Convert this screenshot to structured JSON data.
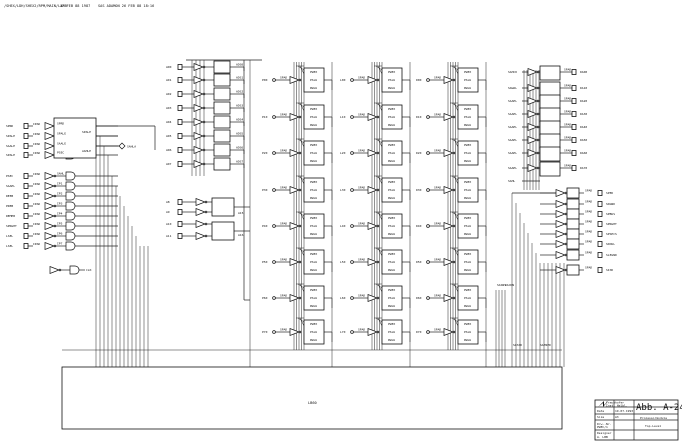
{
  "header": {
    "path": "/SHEX/LDH/SHEX2/RPM/MAIN/LAMB",
    "stamp1": "17 FEB 88 1987",
    "stamp2": "SAS ADAMON 26 FEB 88 18:16"
  },
  "left_inputs": [
    "SPRD",
    "SPALE",
    "SAALE",
    "SPALE",
    "PSEC",
    "SAAEL",
    "REEB",
    "PREB",
    "REMEB",
    "SPRGHT",
    "LSEL",
    "LSEL"
  ],
  "left_outputs": [
    "SPRD",
    "SPALE",
    "SAALE",
    "PSEC",
    "SAHL",
    "IP1",
    "IP2",
    "IP3",
    "IP4",
    "IP5",
    "IP6",
    "IP7"
  ],
  "node_label": "SAHLA",
  "pass_labels": [
    "SPALE",
    "AAHLE"
  ],
  "addr_inputs": [
    "AD0",
    "AD1",
    "AD2",
    "AD3",
    "AD4",
    "AD5",
    "AD6",
    "AD7"
  ],
  "addr_outputs": [
    "ADS0",
    "ADS1",
    "ADS2",
    "ADS3",
    "ADS4",
    "ADS5",
    "ADS6",
    "ADS7"
  ],
  "a_inputs": [
    "A8",
    "A9",
    "A10",
    "A11"
  ],
  "a_outputs": [
    "A15",
    "A16"
  ],
  "reg_col1": [
    "P00",
    "P10",
    "P20",
    "P30",
    "P40",
    "P50",
    "P60",
    "P70"
  ],
  "reg_col2": [
    "L00",
    "L10",
    "L20",
    "L30",
    "L40",
    "L50",
    "L60",
    "L70"
  ],
  "reg_col3": [
    "D00",
    "D10",
    "D20",
    "D30",
    "D40",
    "D50",
    "D60",
    "D70"
  ],
  "block_tag": "SPAD",
  "block_inner": [
    "PWEX",
    "PSLU",
    "RWLU"
  ],
  "right_inputs": [
    "SAHCK",
    "SAWAL",
    "SAAEL",
    "SAAEL",
    "SAAEL",
    "SAAEL",
    "SAAEL",
    "SAAEL",
    "SAHL"
  ],
  "right_outputs": [
    "DA00",
    "DA10",
    "DA20",
    "DA30",
    "DA40",
    "DA50",
    "DA60",
    "DA70"
  ],
  "flag_outputs": [
    "SPED",
    "SDGND",
    "SPBUS",
    "SPRGHT",
    "SPSECS",
    "SDOUL",
    "SLEGND",
    "SIXD"
  ],
  "bus_labels": {
    "b1": "SASNS",
    "b2": "DACDN",
    "b3": "SATAK",
    "b4": "SA7NPD"
  },
  "bottom_block_label": "LB60",
  "title_block": {
    "company_line1": "Fraunhofer",
    "company_line2": "Inst. Halbl.",
    "date_label": "Date",
    "date_value": "19.07.1993",
    "size_label": "Size",
    "size_value": "A3",
    "drw_label": "Drw.-Nr.",
    "drw_value": "PWEC/1",
    "designer_label": "Designer",
    "designer_value": "A. LBB",
    "figure": "Abb. A-24",
    "subtitle": "Prozessormodule",
    "section": "Top-Level"
  }
}
